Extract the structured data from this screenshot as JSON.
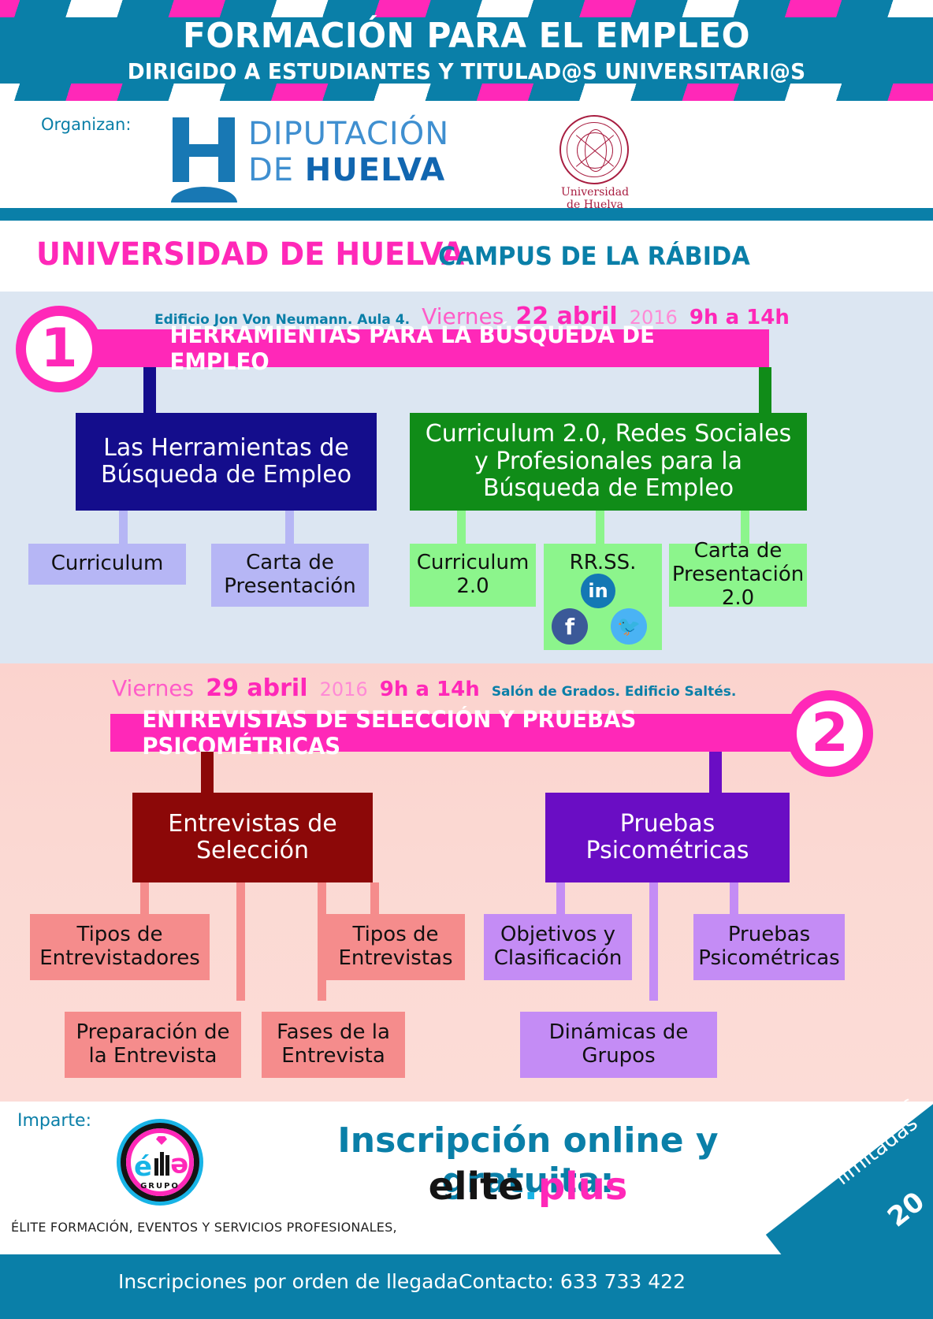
{
  "header": {
    "title": "FORMACIÓN PARA EL EMPLEO",
    "subtitle": "DIRIGIDO A ESTUDIANTES Y TITULAD@S UNIVERSITARI@S",
    "organizan_label": "Organizan:",
    "diputacion": {
      "line1": "DIPUTACIÓN",
      "line2_thin": "DE ",
      "line2_bold": "HUELVA"
    },
    "universidad_seal": {
      "line1": "Universidad",
      "line2": "de Huelva"
    }
  },
  "campus": {
    "university": "UNIVERSIDAD DE HUELVA",
    "campus": "CAMPUS DE LA RÁBIDA"
  },
  "sections": [
    {
      "number": "1",
      "place": "Edificio Jon Von Neumann. Aula 4.",
      "weekday": "Viernes",
      "day_month": "22 abril",
      "year": "2016",
      "hours": "9h a 14h",
      "title": "HERRAMIENTAS PARA LA BÚSQUEDA DE EMPLEO",
      "trees": [
        {
          "root": "Las Herramientas de Búsqueda de Empleo",
          "children": [
            "Curriculum",
            "Carta de Presentación"
          ]
        },
        {
          "root": "Curriculum 2.0, Redes Sociales y Profesionales para la Búsqueda de Empleo",
          "children": [
            "Curriculum 2.0",
            "RR.SS.",
            "Carta de Presentación 2.0"
          ],
          "social_icons": [
            "linkedin-icon",
            "facebook-icon",
            "twitter-icon"
          ]
        }
      ]
    },
    {
      "number": "2",
      "place": "Salón de Grados. Edificio Saltés.",
      "weekday": "Viernes",
      "day_month": "29 abril",
      "year": "2016",
      "hours": "9h a 14h",
      "title": "ENTREVISTAS DE SELECCIÓN Y PRUEBAS PSICOMÉTRICAS",
      "trees": [
        {
          "root": "Entrevistas de Selección",
          "children": [
            "Tipos de Entrevistadores",
            "Preparación de la Entrevista",
            "Fases de la Entrevista",
            "Tipos de Entrevistas"
          ]
        },
        {
          "root": "Pruebas Psicométricas",
          "children": [
            "Objetivos y Clasificación",
            "Dinámicas de Grupos",
            "Pruebas Psicométricas"
          ]
        }
      ]
    }
  ],
  "footer": {
    "imparte_label": "Imparte:",
    "elite_logo": {
      "e_left": "é",
      "e_right": "e",
      "grupo": "GRUPO"
    },
    "elite_caption": "ÉLITE FORMACIÓN, EVENTOS Y SERVICIOS PROFESIONALES,",
    "inscription_headline": "Inscripción online y gratuita:",
    "site": {
      "name": "elite",
      "dot": ".",
      "tld": "plus"
    },
    "corner": {
      "line1": "Plazas",
      "line2": "limitadas",
      "line3": "20"
    },
    "bottom_left": "Inscripciones por orden de llegada",
    "bottom_right": "Contacto: 633 733 422"
  },
  "colors": {
    "teal": "#0a7fa8",
    "pink": "#ff28b8",
    "sec1_bg": "#dce6f2",
    "sec2_bg": "#fbd3ce",
    "blue": "#140d8c",
    "blue_light": "#b6b6f5",
    "green": "#108c18",
    "green_light": "#8cf58c",
    "red": "#8c0808",
    "red_light": "#f58c8c",
    "purple": "#6a0dc4",
    "purple_light": "#c48cf5"
  }
}
